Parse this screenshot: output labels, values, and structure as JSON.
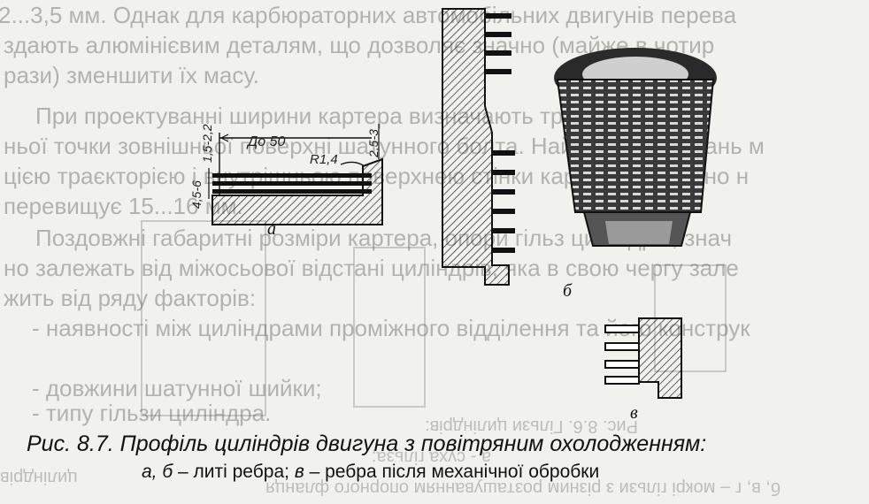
{
  "background_text": {
    "lines": [
      "2...3,5 мм. Однак для карбюраторних автомобільних двигунів перева",
      "здають алюмінієвим деталям, що дозволяє значно (майже в чотир",
      "рази) зменшити їх масу.",
      "При проектуванні ширини картера визначають траєкторією кра",
      "ньої точки зовнішньої поверхні шатунного болта. Найменша відстань м",
      "цією траєкторією і внутрішньою поверхнею стінки картера звичайно н",
      "перевищує 15...16 мм.",
      "Поздовжні габаритні розміри картера, опори гільз циліндрів, знач",
      "но залежать від міжосьової відстані циліндрів, яка в свою чергу зале",
      "жить від ряду факторів:",
      "- наявності між циліндрами проміжного відділення та його конструк",
      "- довжини шатунної шийки;",
      "- типу гільзи циліндра."
    ],
    "reverse_lines": [
      "Рис. 8.6. Гільзи циліндрів:",
      "а - суха гільза;",
      "б, в, г – мокрі гільзи з різним розташуванням опорного фланця",
      "циліндрів"
    ]
  },
  "figure": {
    "dimensions": {
      "d1": "4,5-6",
      "d2": "1,5-2,2",
      "d3": "До 50",
      "d4": "R1,4",
      "d5": "2,5-3"
    },
    "labels": {
      "a": "а",
      "b": "б",
      "v": "в"
    }
  },
  "caption": {
    "line1": "Рис. 8.7. Профіль циліндрів двигуна з повітряним охолодженням:",
    "line2_a": "а, б",
    "line2_a_text": " – литі ребра; ",
    "line2_v": "в",
    "line2_v_text": " – ребра після механічної обробки"
  }
}
